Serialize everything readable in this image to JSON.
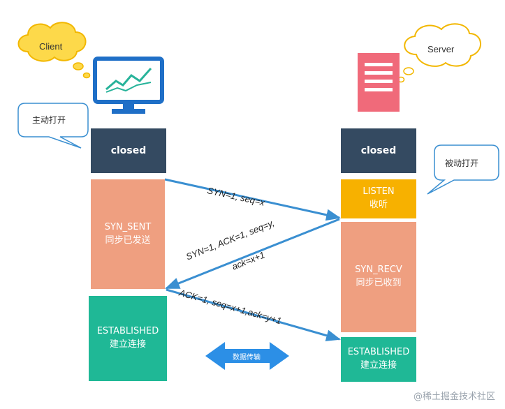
{
  "client": {
    "cloud_label": "Client",
    "action": "主动打开"
  },
  "server": {
    "cloud_label": "Server",
    "action": "被动打开"
  },
  "client_states": {
    "closed": "closed",
    "syn_sent": {
      "name": "SYN_SENT",
      "desc": "同步已发送"
    },
    "established": {
      "name": "ESTABLISHED",
      "desc": "建立连接"
    }
  },
  "server_states": {
    "closed": "closed",
    "listen": {
      "name": "LISTEN",
      "desc": "收听"
    },
    "syn_recv": {
      "name": "SYN_RECV",
      "desc": "同步已收到"
    },
    "established": {
      "name": "ESTABLISHED",
      "desc": "建立连接"
    }
  },
  "messages": {
    "m1": "SYN=1,  seq=x",
    "m2_line1": "SYN=1,  ACK=1,  seq=y,",
    "m2_line2": "ack=x+1",
    "m3": "ACK=1,  seq=x+1,ack=y+1"
  },
  "transfer_label": "数据传输",
  "watermark": "@稀土掘金技术社区",
  "colors": {
    "closed": "#344a61",
    "salmon": "#ef9f80",
    "teal": "#1fb896",
    "orange": "#f7b100",
    "arrow": "#3a8fd1",
    "cloud": "#fbc02d"
  }
}
